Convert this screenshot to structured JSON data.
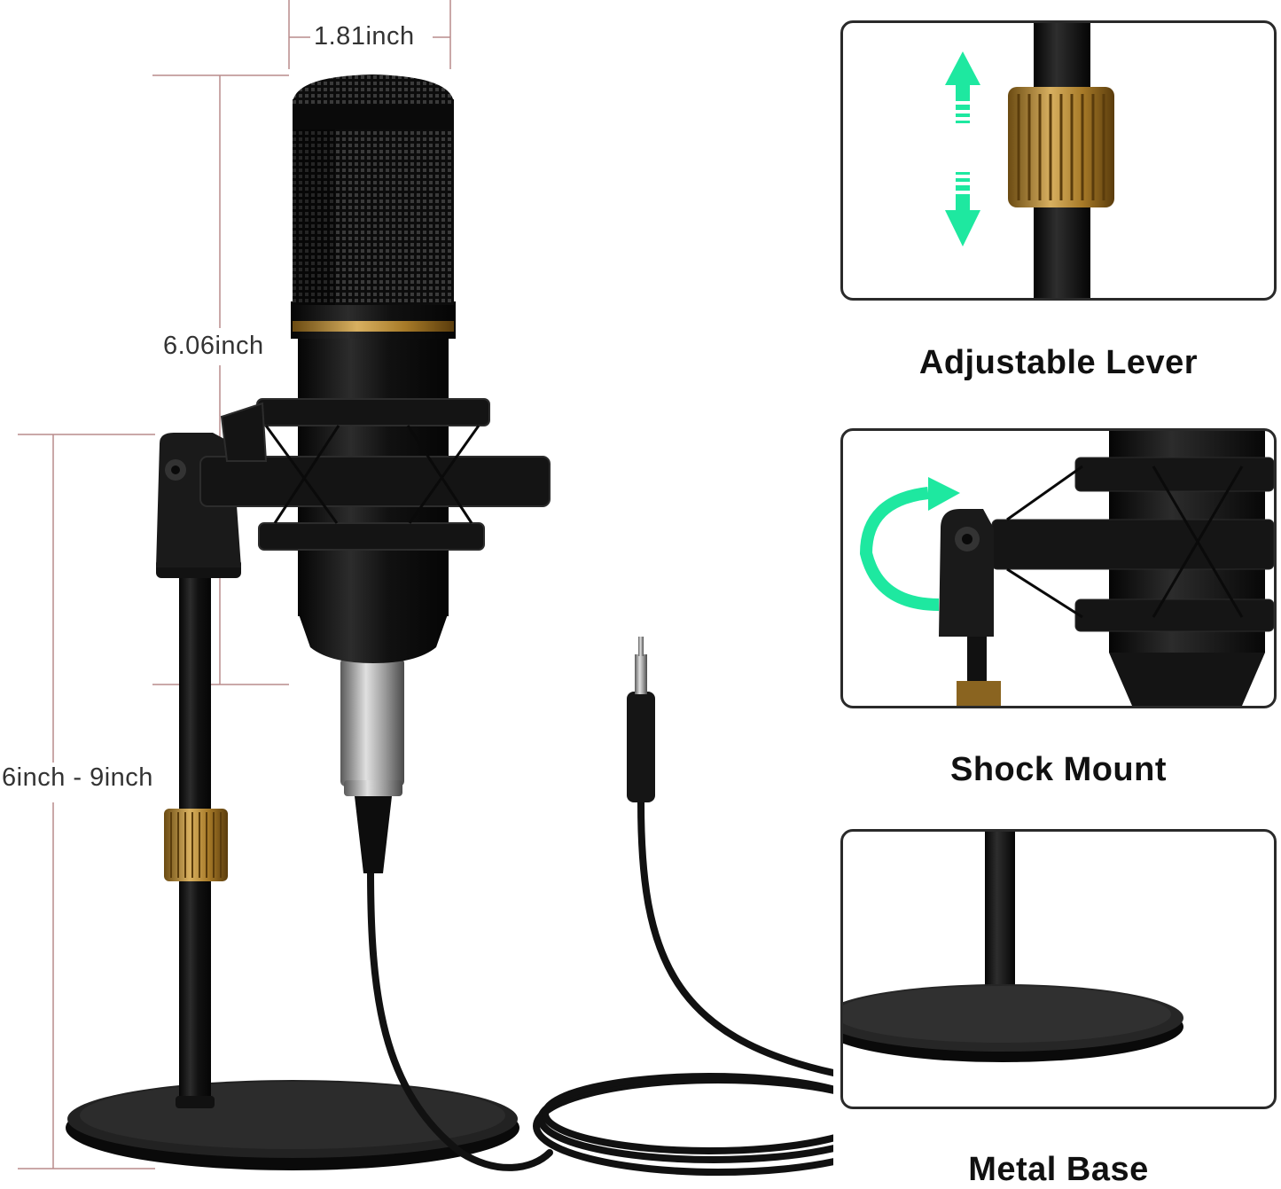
{
  "dimensions": {
    "width_label": "1.81inch",
    "mic_height_label": "6.06inch",
    "stand_height_label": "6inch - 9inch"
  },
  "features": [
    {
      "caption": "Adjustable Lever",
      "icon": "up-down-arrows-icon",
      "arrow_color": "#1ee8a0"
    },
    {
      "caption": "Shock Mount",
      "icon": "rotate-arrow-icon",
      "arrow_color": "#1ee8a0"
    },
    {
      "caption": "Metal Base",
      "icon": "none"
    }
  ],
  "colors": {
    "dimension_line": "#b98b8b",
    "gold_knob": "#b8892f",
    "mic_body": "#151515",
    "panel_border": "#2a2a2a"
  }
}
